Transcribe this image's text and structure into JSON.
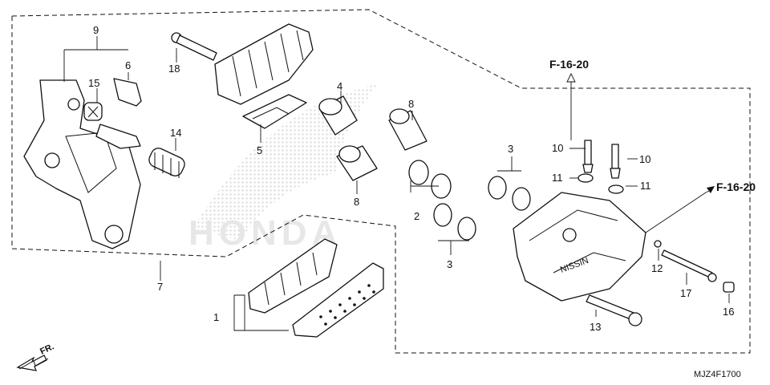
{
  "diagram": {
    "watermark": "HONDA",
    "diagram_code": "MJZ4F1700",
    "direction_label": "FR.",
    "refs": {
      "upper": "F-16-20",
      "right": "F-16-20"
    },
    "callouts": {
      "c1": "1",
      "c2": "2",
      "c3a": "3",
      "c3b": "3",
      "c5": "5",
      "c6": "6",
      "c7": "7",
      "c8a": "8",
      "c8b": "8",
      "c9": "9",
      "c10a": "10",
      "c10b": "10",
      "c11a": "11",
      "c11b": "11",
      "c12": "12",
      "c13": "13",
      "c14": "14",
      "c15": "15",
      "c16": "16",
      "c17": "17",
      "c18": "18",
      "c4": "4"
    }
  }
}
